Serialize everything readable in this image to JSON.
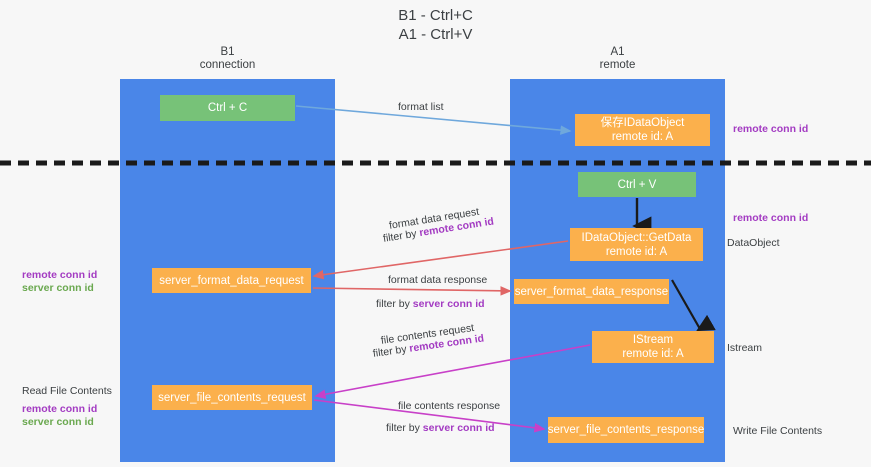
{
  "title": {
    "line1": "B1 - Ctrl+C",
    "line2": "A1 - Ctrl+V"
  },
  "columns": {
    "left": {
      "name": "B1",
      "role": "connection"
    },
    "right": {
      "name": "A1",
      "role": "remote"
    }
  },
  "nodes": {
    "ctrl_c": {
      "label": "Ctrl + C",
      "color": "#77c278"
    },
    "save_idataobject": {
      "line1": "保存IDataObject",
      "line2": "remote id: A",
      "color": "#fbb04c"
    },
    "ctrl_v": {
      "label": "Ctrl + V",
      "color": "#77c278"
    },
    "getdata": {
      "line1": "IDataObject::GetData",
      "line2": "remote id: A",
      "color": "#fbb04c"
    },
    "server_format_data_request": {
      "label": "server_format_data_request",
      "color": "#fbb04c"
    },
    "server_format_data_response": {
      "label": "server_format_data_response",
      "color": "#fbb04c"
    },
    "istream": {
      "line1": "IStream",
      "line2": "remote id: A",
      "color": "#fbb04c"
    },
    "server_file_contents_request": {
      "label": "server_file_contents_request",
      "color": "#fbb04c"
    },
    "server_file_contents_response": {
      "label": "server_file_contents_response",
      "color": "#fbb04c"
    }
  },
  "edges": {
    "format_list": "format list",
    "format_data_request": "format data request",
    "format_data_request_filter_prefix": "filter by ",
    "format_data_request_filter_key": "remote conn id",
    "format_data_response": "format data response",
    "format_data_response_filter_prefix": "filter by ",
    "format_data_response_filter_key": "server conn id",
    "file_contents_request": "file contents request",
    "file_contents_request_filter_prefix": "filter by ",
    "file_contents_request_filter_key": "remote conn id",
    "file_contents_response": "file contents response",
    "file_contents_response_filter_prefix": "filter by ",
    "file_contents_response_filter_key": "server conn id"
  },
  "annotations": {
    "right_remote_conn_id_top": "remote conn id",
    "right_remote_conn_id_mid": "remote conn id",
    "right_dataobject": "DataObject",
    "right_istream": "Istream",
    "right_write_file_contents": "Write File Contents",
    "left_remote_conn_id_mid": "remote conn id",
    "left_server_conn_id_mid": "server conn id",
    "left_read_file_contents": "Read File Contents",
    "left_remote_conn_id_bottom": "remote conn id",
    "left_server_conn_id_bottom": "server conn id"
  },
  "colors": {
    "lane": "#4a86e8",
    "green_node": "#77c278",
    "orange_node": "#fbb04c",
    "purple_text": "#a33bc2",
    "green_text": "#6aa84f",
    "red_arrow": "#e06666",
    "magenta_arrow": "#c840c8",
    "blue_arrow": "#6fa8dc",
    "divider": "#222222",
    "background": "#f7f7f7"
  }
}
